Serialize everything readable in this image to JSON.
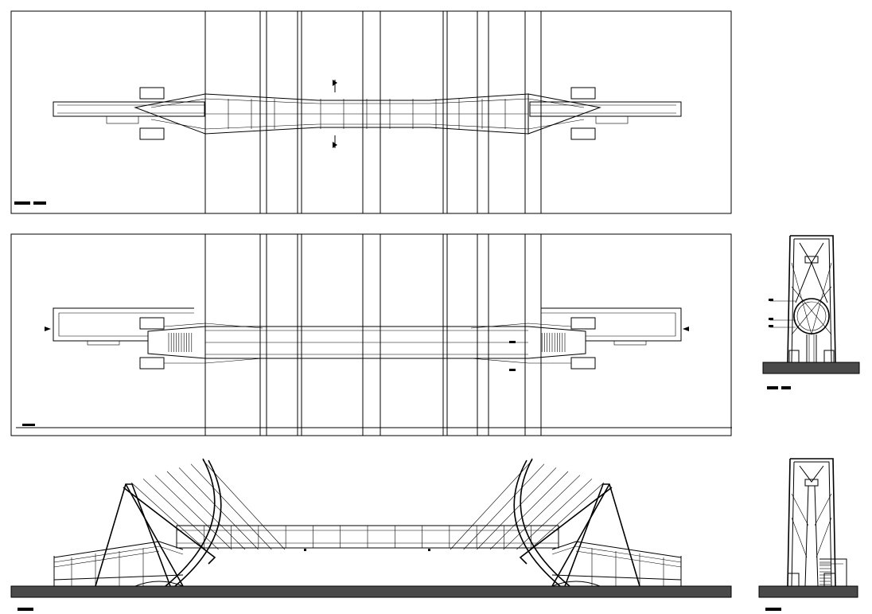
{
  "drawing": {
    "views": [
      {
        "id": "plan-top",
        "kind": "plan-roof"
      },
      {
        "id": "plan-deck",
        "kind": "plan-deck"
      },
      {
        "id": "elevation-front",
        "kind": "elevation"
      },
      {
        "id": "section-cross",
        "kind": "section"
      },
      {
        "id": "elevation-side",
        "kind": "side-elevation"
      }
    ],
    "colors": {
      "line": "#000000",
      "ground": "#4a4a4a",
      "paper": "#ffffff"
    },
    "deck_bays": 14,
    "stair_treads": 10,
    "cable_count_per_arch": 7
  }
}
